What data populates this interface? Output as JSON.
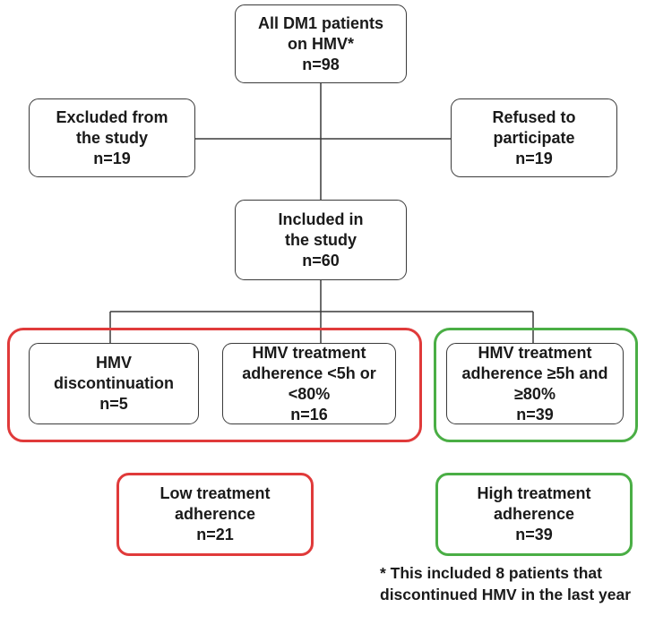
{
  "nodes": {
    "all_patients": {
      "lines": [
        "All DM1 patients",
        "on HMV*",
        "n=98"
      ]
    },
    "excluded": {
      "lines": [
        "Excluded from",
        "the study",
        "n=19"
      ]
    },
    "refused": {
      "lines": [
        "Refused to",
        "participate",
        "n=19"
      ]
    },
    "included": {
      "lines": [
        "Included in",
        "the study",
        "n=60"
      ]
    },
    "discontinuation": {
      "lines": [
        "HMV",
        "discontinuation",
        "n=5"
      ]
    },
    "low_adherence_group": {
      "lines": [
        "HMV treatment",
        "adherence <5h or <80%",
        "n=16"
      ]
    },
    "high_adherence_group": {
      "lines": [
        "HMV treatment",
        "adherence ≥5h and ≥80%",
        "n=39"
      ]
    },
    "low_summary": {
      "lines": [
        "Low treatment",
        "adherence",
        "n=21"
      ]
    },
    "high_summary": {
      "lines": [
        "High treatment",
        "adherence",
        "n=39"
      ]
    }
  },
  "footnote": {
    "lines": [
      "* This included 8 patients that",
      "discontinued HMV in the last year"
    ]
  },
  "colors": {
    "low": "#e03a3a",
    "high": "#4aae45",
    "border": "#3a3a3a"
  }
}
